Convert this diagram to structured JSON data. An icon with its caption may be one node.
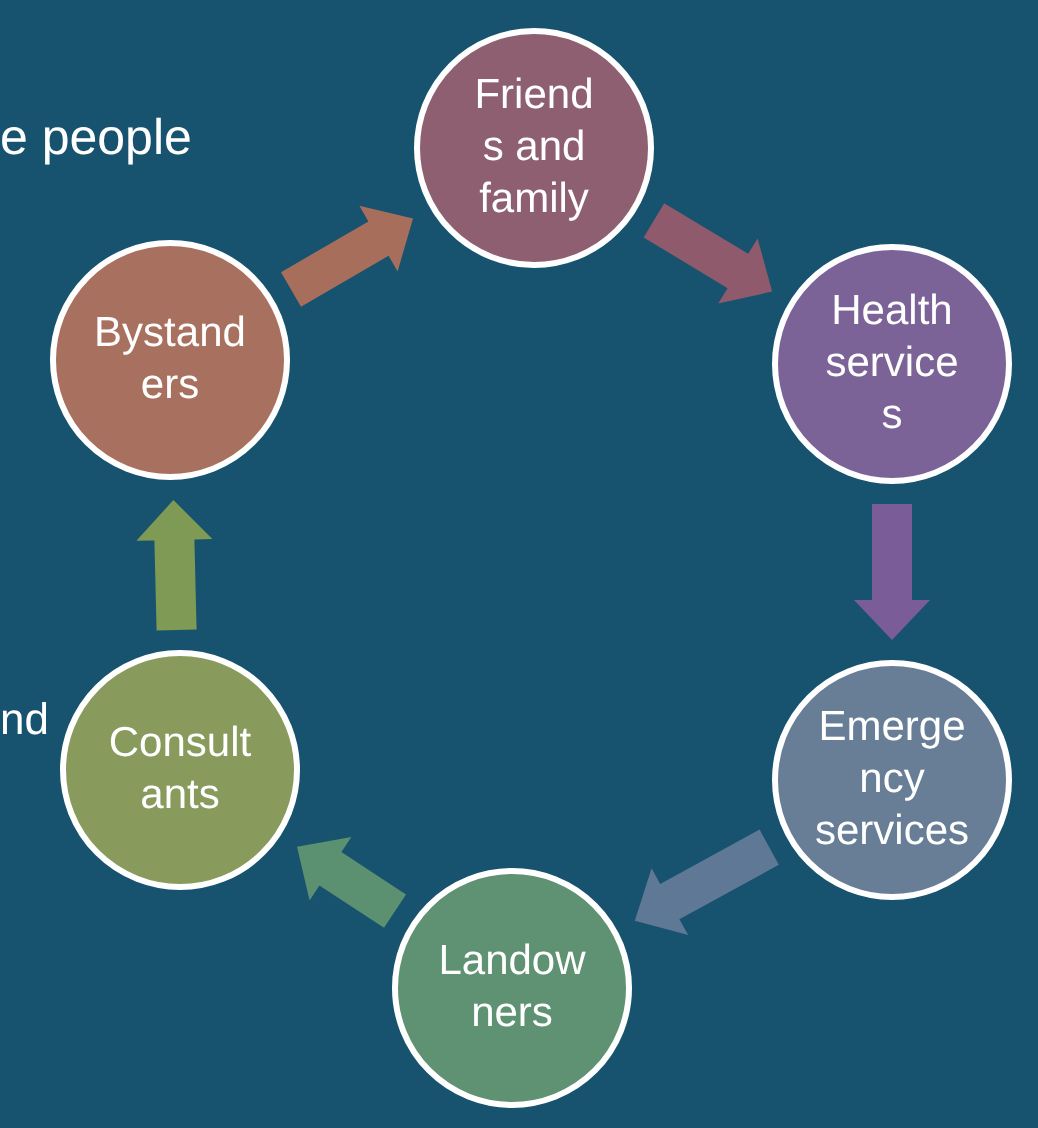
{
  "diagram": {
    "nodes": [
      {
        "text": [
          "Friend s and family"
        ]
      },
      {
        "text": [
          "Health service s"
        ]
      },
      {
        "text": [
          "Emerge ncy services"
        ]
      },
      {
        "text": [
          "Landow ners"
        ]
      },
      {
        "text": [
          "Consult ants"
        ]
      },
      {
        "text": [
          "Bystand ers"
        ]
      }
    ],
    "edges": [
      {
        "from": 0,
        "to": 1,
        "arrow": "to",
        "color": "#8e5a6c"
      },
      {
        "from": 1,
        "to": 2,
        "arrow": "to",
        "color": "#7a5c98"
      },
      {
        "from": 2,
        "to": 3,
        "arrow": "to",
        "color": "#5f7896"
      },
      {
        "from": 3,
        "to": 4,
        "arrow": "to",
        "color": "#5b9070"
      },
      {
        "from": 4,
        "to": 5,
        "arrow": "to",
        "color": "#7f9a55"
      },
      {
        "from": 5,
        "to": 0,
        "arrow": "to",
        "color": "#a86e5c"
      }
    ],
    "labels": [
      "e people",
      "nd"
    ]
  }
}
